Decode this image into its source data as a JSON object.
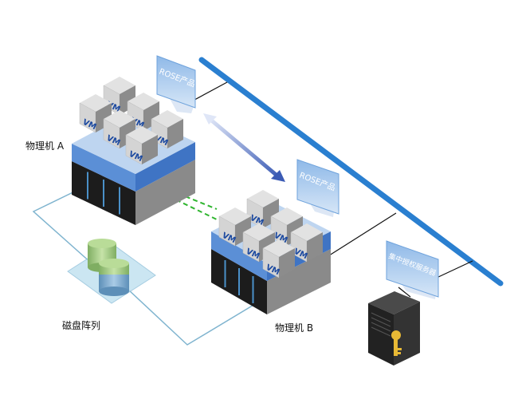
{
  "labels": {
    "server_a": "物理机 A",
    "server_b": "物理机 B",
    "storage": "磁盘阵列",
    "rose_a": "ROSE产品",
    "rose_b": "ROSE产品",
    "auth_server": "集中授权服务器"
  },
  "vm_label": "VM",
  "colors": {
    "bus": "#2a7fd0",
    "slab": "#6f9fdc",
    "heartbeat": "#2fb52f",
    "storage_link": "#7fb4cf"
  }
}
